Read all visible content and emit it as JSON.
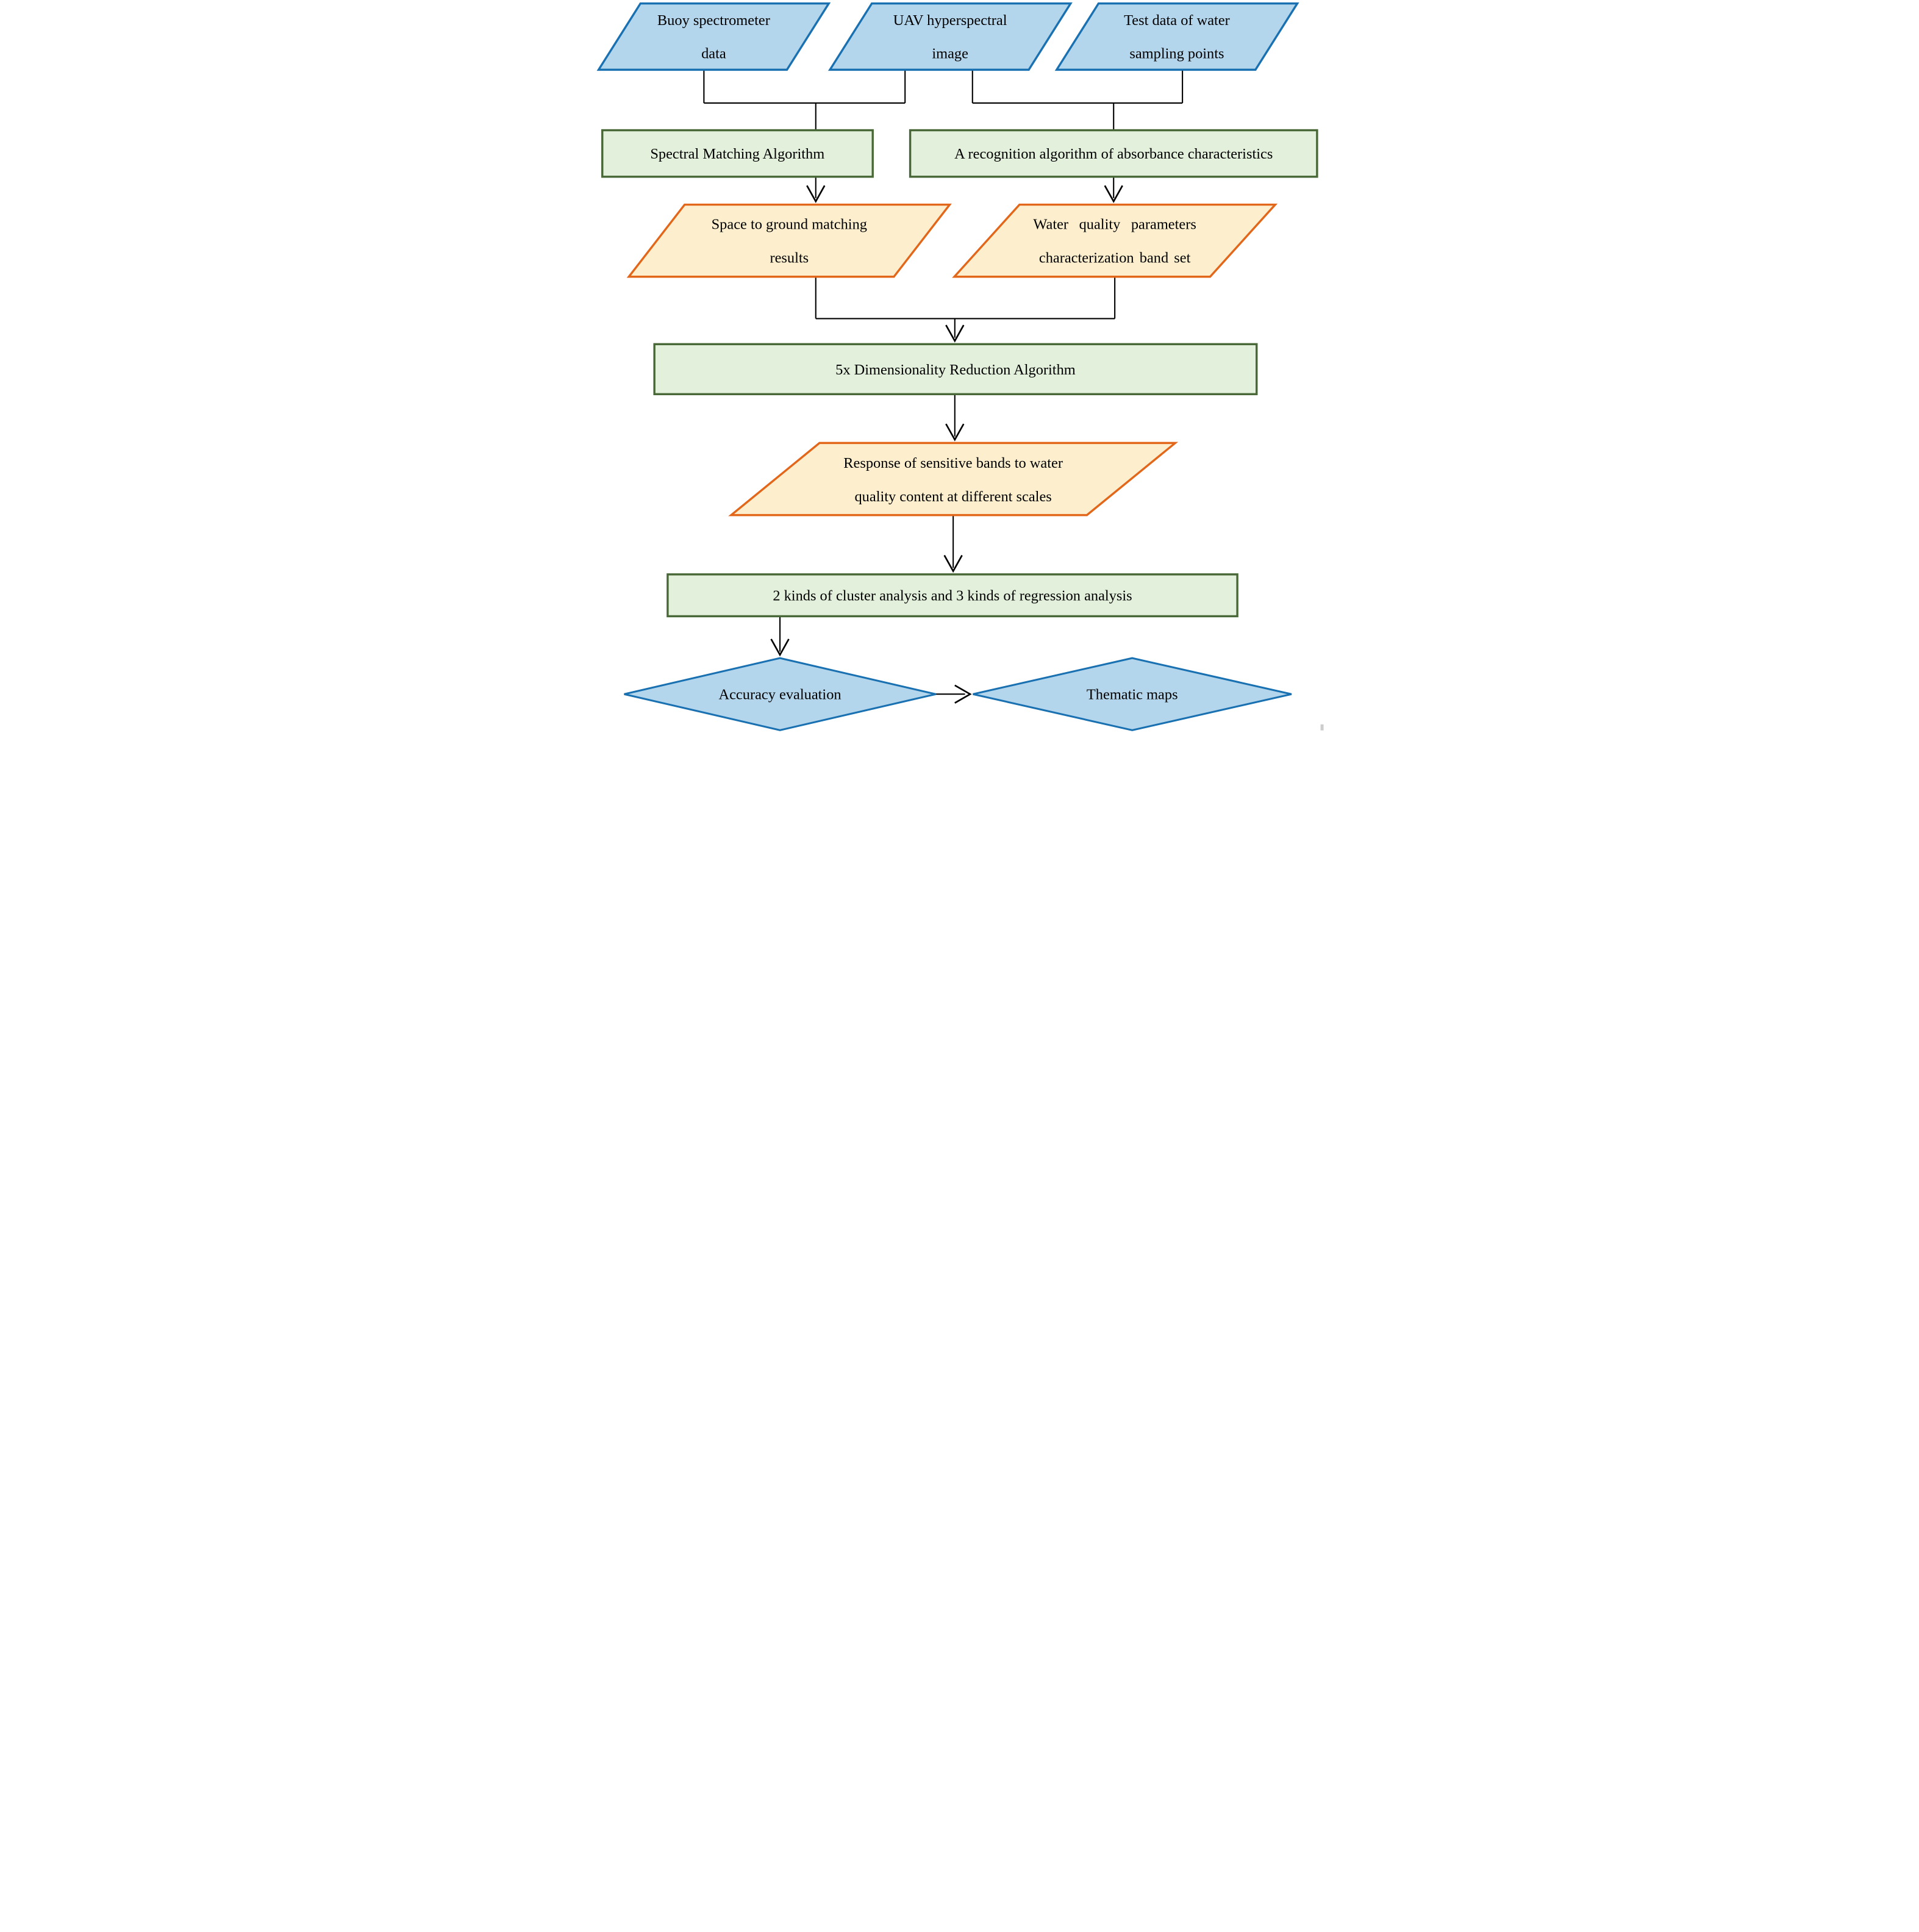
{
  "colors": {
    "blue_fill": "#B4D6ED",
    "blue_border": "#1A71B1",
    "green_fill": "#E3F0DB",
    "green_border": "#486937",
    "orange_fill": "#FDEFCE",
    "orange_border": "#E2671A",
    "line": "#000000",
    "text": "#000000"
  },
  "nodes": {
    "buoy": {
      "line1": "Buoy spectrometer",
      "line2": "data"
    },
    "uav": {
      "line1": "UAV hyperspectral",
      "line2": "image"
    },
    "test_data": {
      "line1": "Test data of water",
      "line2": "sampling points"
    },
    "spectral": {
      "label": "Spectral Matching Algorithm"
    },
    "recognition": {
      "label": "A recognition algorithm of absorbance characteristics"
    },
    "space_match": {
      "line1": "Space to ground matching",
      "line2": "results"
    },
    "water_band": {
      "line1": "Water quality parameters",
      "line2": "characterization band set"
    },
    "dim_reduction": {
      "label": "5x Dimensionality Reduction Algorithm"
    },
    "response": {
      "line1": "Response of sensitive bands to water",
      "line2": "quality content at different scales"
    },
    "analysis": {
      "label": "2 kinds of cluster analysis and 3 kinds of regression analysis"
    },
    "accuracy": {
      "label": "Accuracy evaluation"
    },
    "thematic": {
      "label": "Thematic maps"
    }
  }
}
